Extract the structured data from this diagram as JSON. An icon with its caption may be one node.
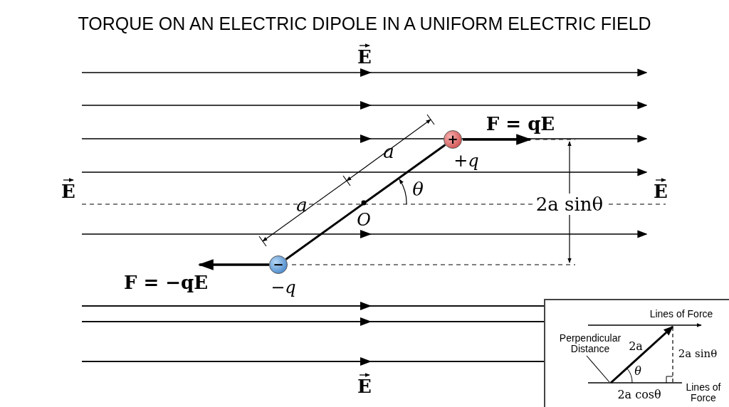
{
  "diagram": {
    "title": "TORQUE ON AN ELECTRIC DIPOLE IN A UNIFORM ELECTRIC FIELD",
    "nodes": [
      {
        "text": [
          "+"
        ],
        "beside": [
          "+*q*"
        ]
      },
      {
        "text": [
          "−"
        ],
        "beside": [
          "−*q*"
        ]
      },
      {
        "text": [
          "Perpendicular Distance"
        ]
      }
    ],
    "edges": [
      {
        "from": 0,
        "to": 1,
        "arrow": "none",
        "style": "thick"
      },
      {
        "from": 2,
        "to": null,
        "arrow": "none"
      }
    ],
    "labels": [
      "E",
      "*a*",
      "F = qE",
      "*a*",
      "θ",
      "E",
      "2a sinθ",
      "E",
      "O",
      "F = −qE",
      "E",
      "Lines of Force",
      "2a",
      "2a sinθ",
      "θ",
      "2a cosθ",
      "Lines of Force"
    ]
  }
}
